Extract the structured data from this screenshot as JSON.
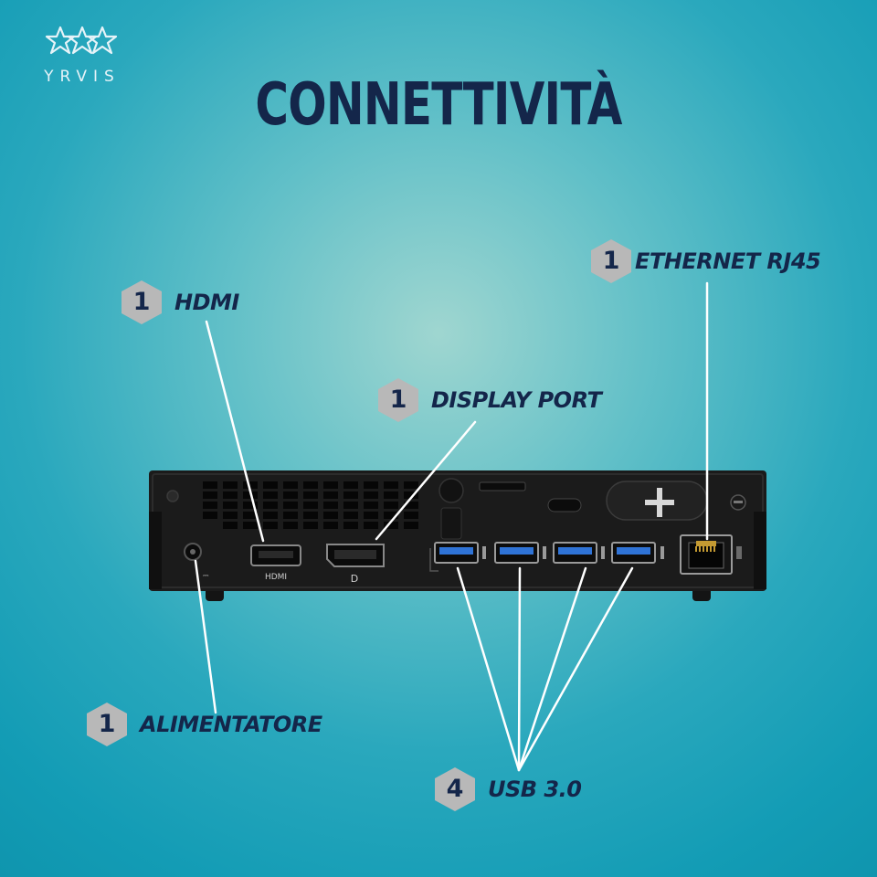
{
  "brand": {
    "logo_text": "YRVIS"
  },
  "title": "CONNETTIVITÀ",
  "callouts": {
    "hdmi": {
      "count": "1",
      "label": "HDMI"
    },
    "displayport": {
      "count": "1",
      "label": "DISPLAY PORT"
    },
    "ethernet": {
      "count": "1",
      "label": "ETHERNET RJ45"
    },
    "power": {
      "count": "1",
      "label": "ALIMENTATORE"
    },
    "usb": {
      "count": "4",
      "label": "USB 3.0"
    }
  },
  "device": {
    "hdmi_port_label": "HDMI"
  },
  "colors": {
    "label": "#14264a",
    "badge": "#b8b8b8",
    "device": "#1b1b1b",
    "usb_blue": "#2f73d6",
    "leader_line": "#ffffff"
  }
}
